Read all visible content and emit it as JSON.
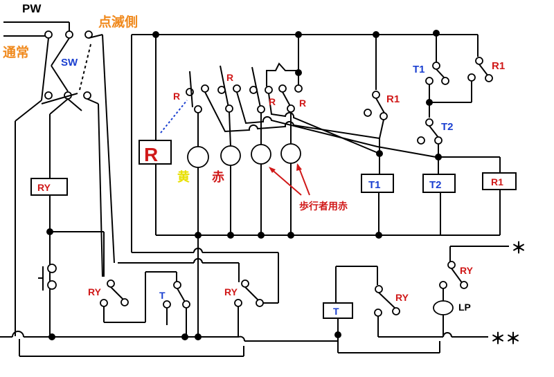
{
  "labels": {
    "pw": "PW",
    "blink_side": "点滅側",
    "normal": "通常",
    "sw": "SW",
    "ry": "RY",
    "r_big": "R",
    "r": "R",
    "r1": "R1",
    "t1": "T1",
    "t2": "T2",
    "t": "T",
    "yellow": "黄",
    "red": "赤",
    "pedestrian": "歩行者用赤",
    "lp": "LP",
    "star1": "＊",
    "star2": "＊＊"
  },
  "colors": {
    "orange": "#f08a1e",
    "blue": "#1a3fd0",
    "red": "#d01818",
    "yellow": "#e8e000",
    "black": "#000000"
  }
}
